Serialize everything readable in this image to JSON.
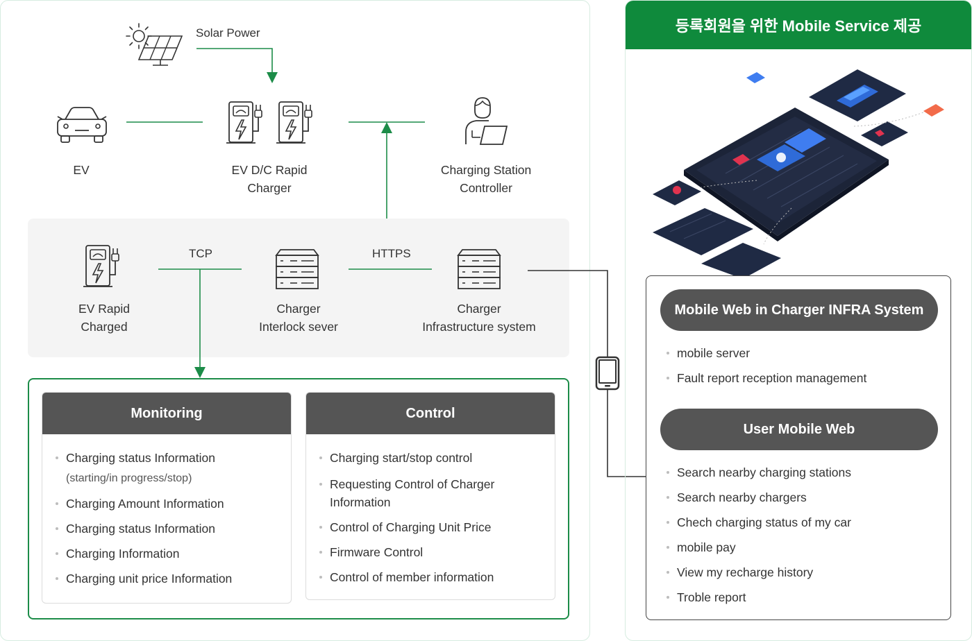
{
  "header": {
    "title": "등록회원을 위한 Mobile Service 제공"
  },
  "top_row": {
    "solar_label": "Solar Power",
    "ev_label": "EV",
    "rapid_charger_line1": "EV D/C Rapid",
    "rapid_charger_line2": "Charger",
    "controller_line1": "Charging Station",
    "controller_line2": "Controller"
  },
  "middle_row": {
    "tcp_label": "TCP",
    "https_label": "HTTPS",
    "ev_rapid_line1": "EV Rapid",
    "ev_rapid_line2": "Charged",
    "interlock_line1": "Charger",
    "interlock_line2": "Interlock sever",
    "infra_line1": "Charger",
    "infra_line2": "Infrastructure system"
  },
  "monitoring": {
    "title": "Monitoring",
    "items": [
      "Charging status Information",
      "Charging Amount Information",
      "Charging status Information",
      "Charging Information",
      "Charging unit price Information"
    ],
    "first_item_sub": "(starting/in progress/stop)"
  },
  "control": {
    "title": "Control",
    "items": [
      "Charging start/stop control",
      "Requesting Control of Charger",
      "Control of Charging Unit Price",
      "Firmware Control",
      "Control of member information"
    ],
    "second_item_cont": "Information"
  },
  "mobile": {
    "infra_title": "Mobile Web in Charger INFRA System",
    "infra_items": [
      "mobile server",
      "Fault report reception management"
    ],
    "user_title": "User Mobile Web",
    "user_items": [
      "Search nearby charging stations",
      "Search nearby chargers",
      "Chech charging status of my car",
      "mobile pay",
      "View my recharge history",
      "Troble report"
    ]
  },
  "colors": {
    "green": "#0f8a3c",
    "gray_dark": "#555555",
    "band": "#f4f4f4"
  },
  "icons": [
    "sun-icon",
    "solar-panel-icon",
    "car-icon",
    "charger-icon",
    "person-laptop-icon",
    "server-icon",
    "phone-icon"
  ]
}
